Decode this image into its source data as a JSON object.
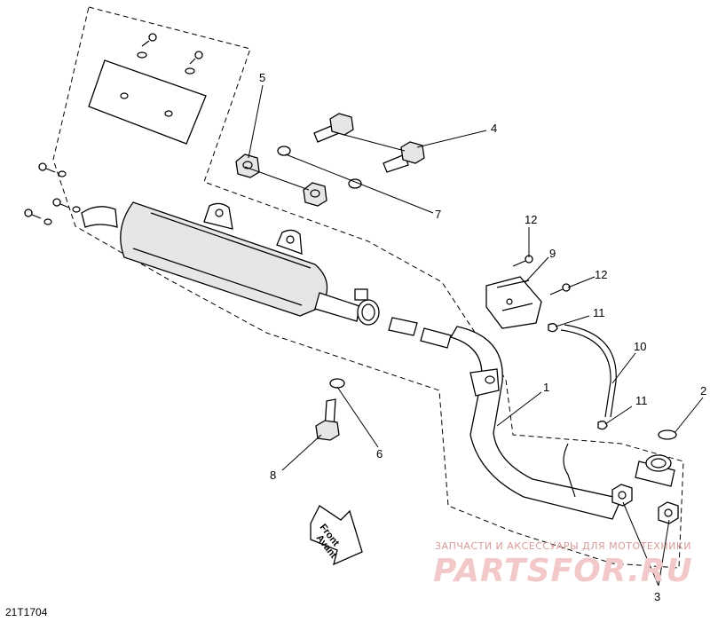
{
  "diagram": {
    "reference_code": "21T1704",
    "front_label_en": "Front",
    "front_label_fr": "Avant",
    "callouts": [
      "1",
      "2",
      "3",
      "4",
      "5",
      "6",
      "7",
      "8",
      "9",
      "10",
      "11",
      "11",
      "12",
      "12"
    ],
    "watermark": {
      "tagline": "ЗАПЧАСТИ И АКСЕССУАРЫ ДЛЯ МОТОТЕХНИКИ",
      "brand": "PARTSFOR.RU",
      "color": "#e8a0a0"
    }
  }
}
